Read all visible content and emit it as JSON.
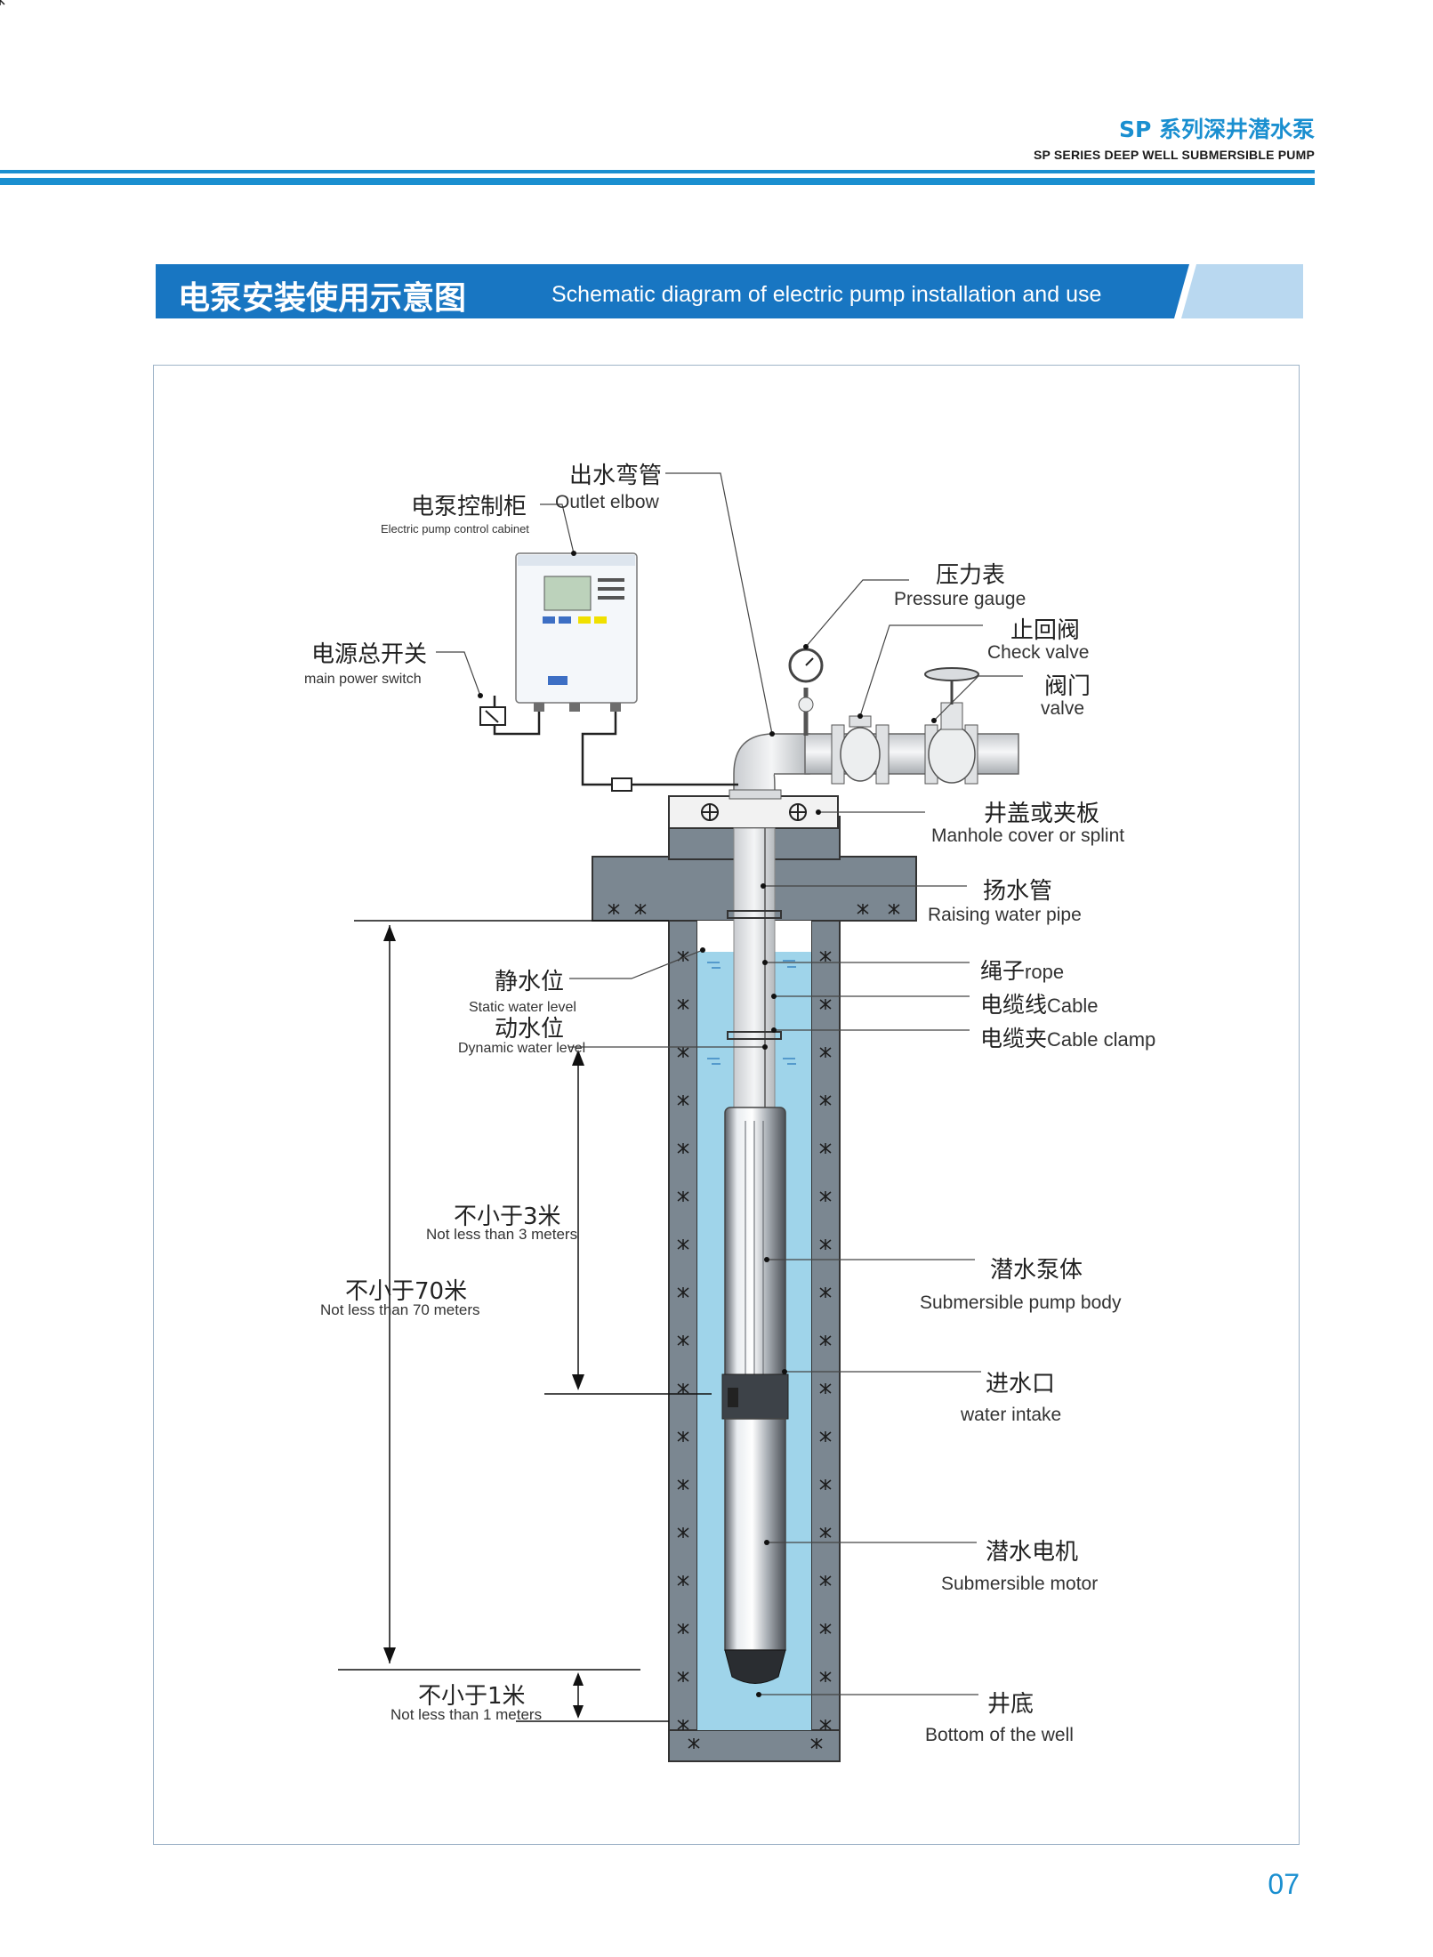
{
  "header": {
    "title": "SP 系列深井潜水泵",
    "subtitle": "SP SERIES DEEP WELL SUBMERSIBLE PUMP"
  },
  "banner": {
    "title_zh": "电泵安装使用示意图",
    "title_en": "Schematic diagram of electric pump installation and use"
  },
  "labels": {
    "outlet_elbow": {
      "zh": "出水弯管",
      "en": "Outlet elbow"
    },
    "control_cabinet": {
      "zh": "电泵控制柜",
      "en": "Electric pump control cabinet"
    },
    "main_switch": {
      "zh": "电源总开关",
      "en": "main power switch"
    },
    "pressure_gauge": {
      "zh": "压力表",
      "en": "Pressure gauge"
    },
    "check_valve": {
      "zh": "止回阀",
      "en": "Check valve"
    },
    "valve": {
      "zh": "阀门",
      "en": "valve"
    },
    "manhole_cover": {
      "zh": "井盖或夹板",
      "en": "Manhole cover or splint"
    },
    "raising_pipe": {
      "zh": "扬水管",
      "en": "Raising water pipe"
    },
    "static_level": {
      "zh": "静水位",
      "en": "Static water level"
    },
    "dynamic_level": {
      "zh": "动水位",
      "en": "Dynamic water level"
    },
    "rope": {
      "zh": "绳子",
      "en": "rope"
    },
    "cable": {
      "zh": "电缆线",
      "en": "Cable"
    },
    "cable_clamp": {
      "zh": "电缆夹",
      "en": "Cable clamp"
    },
    "pump_body": {
      "zh": "潜水泵体",
      "en": "Submersible pump body"
    },
    "water_intake": {
      "zh": "进水口",
      "en": "water intake"
    },
    "motor": {
      "zh": "潜水电机",
      "en": "Submersible motor"
    },
    "well_bottom": {
      "zh": "井底",
      "en": "Bottom of the well"
    },
    "dim_3m": {
      "zh": "不小于3米",
      "en": "Not less than 3 meters"
    },
    "dim_70m": {
      "zh": "不小于70米",
      "en": "Not less than 70 meters"
    },
    "dim_1m": {
      "zh": "不小于1米",
      "en": "Not less than 1 meters"
    }
  },
  "page_number": "07",
  "colors": {
    "accent": "#1a8fd0",
    "banner": "#1876c2",
    "banner_light": "#b9d8f0",
    "well_wall": "#7b8791",
    "water": "#9fd4ea"
  }
}
